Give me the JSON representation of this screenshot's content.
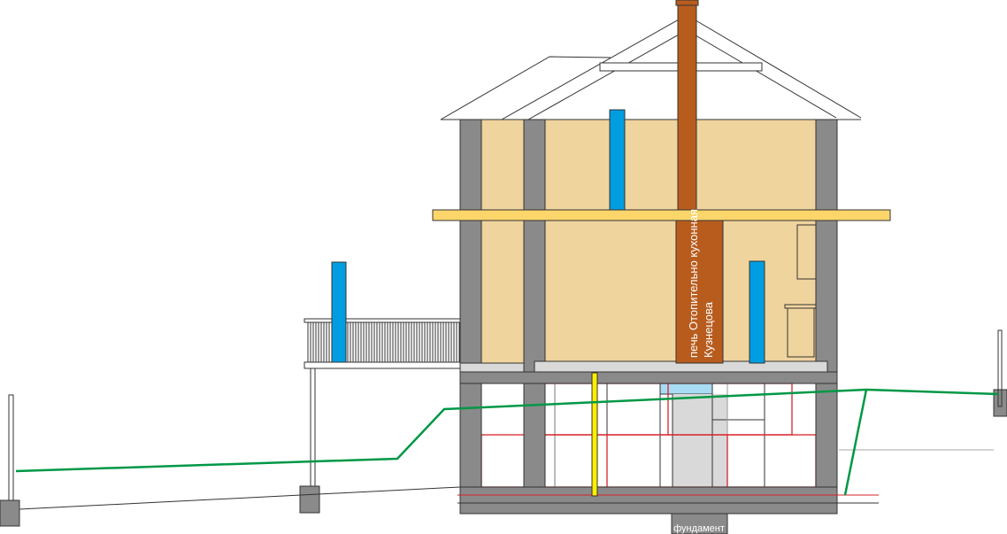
{
  "diagram": {
    "stove_label_line1": "печь Отопительно кухонная",
    "stove_label_line2": "Кузнецова",
    "foundation_label": "фундамент"
  },
  "colors": {
    "wall": "#8a8a8a",
    "interior": "#f0d49e",
    "beam": "#fcd56b",
    "chimney": "#b85c1e",
    "pipe_blue": "#009ee0",
    "pipe_yellow": "#ffee00",
    "heating_red": "#d9222a",
    "ground_green": "#009846",
    "slab": "#d9d9d9"
  }
}
